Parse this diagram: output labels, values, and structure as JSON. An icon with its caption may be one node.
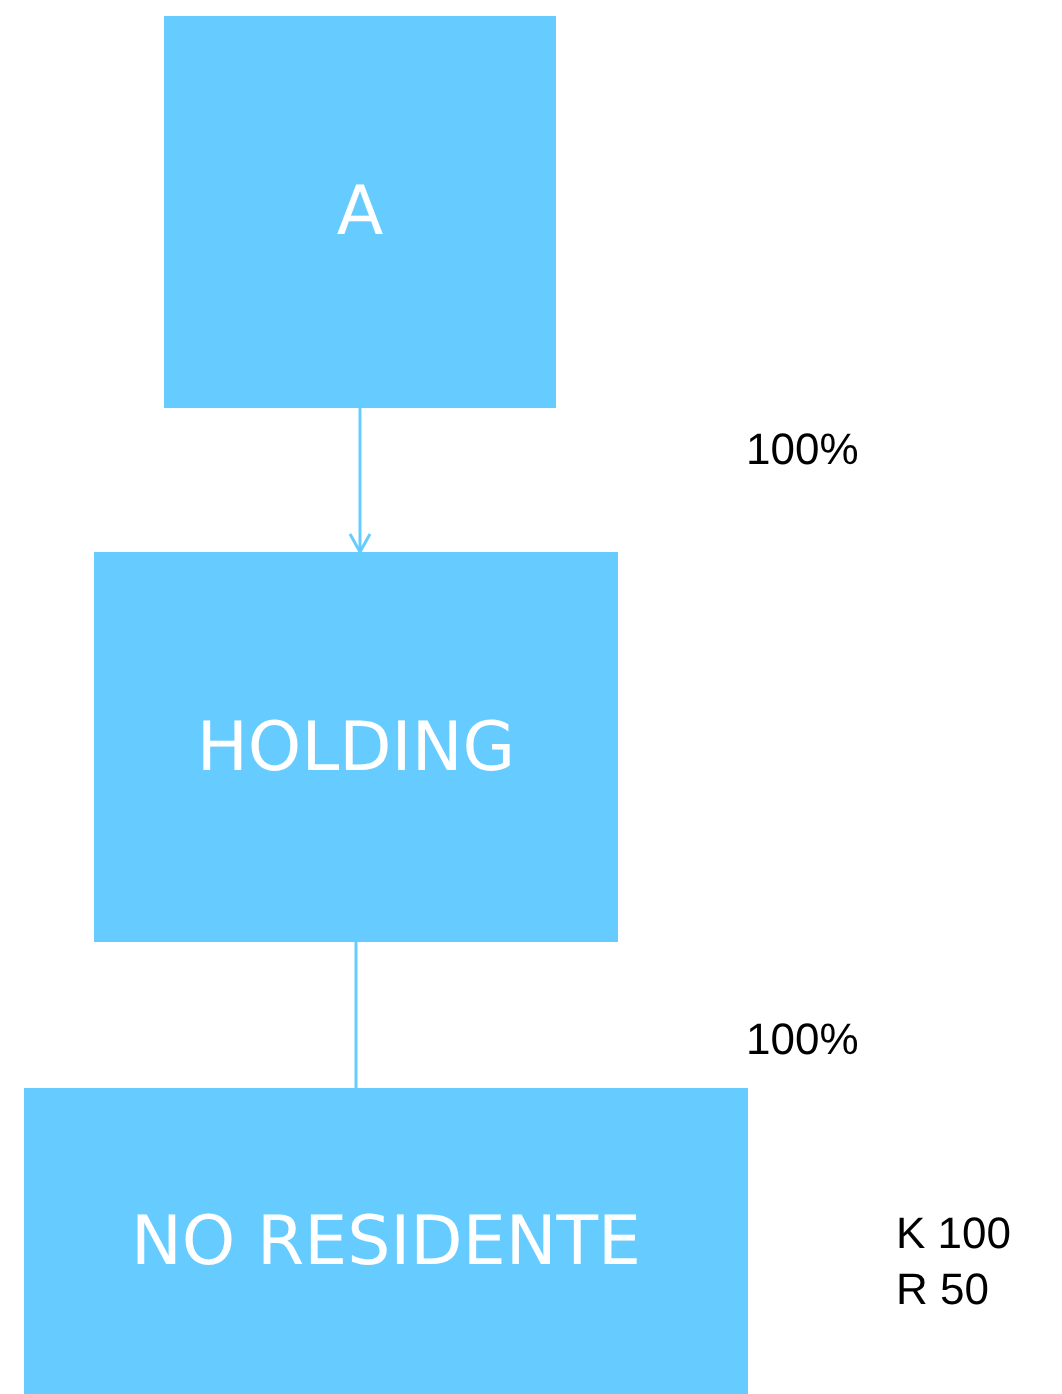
{
  "diagram": {
    "nodes": [
      {
        "text": [
          "A"
        ]
      },
      {
        "text": [
          "HOLDING"
        ]
      },
      {
        "text": [
          "NO RESIDENTE"
        ]
      }
    ],
    "edges": [
      {
        "from": 0,
        "to": 1,
        "arrow": "to"
      },
      {
        "from": 1,
        "to": 2,
        "arrow": "none"
      }
    ],
    "labels": [
      "100%",
      "100%",
      "K 100",
      "R 50"
    ]
  }
}
